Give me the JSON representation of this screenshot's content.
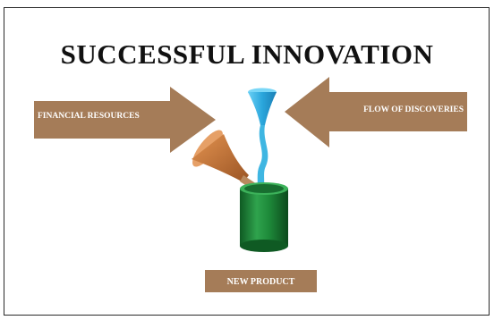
{
  "title": "SUCCESSFUL INNOVATION",
  "left_arrow": {
    "label": "FINANCIAL RESOURCES"
  },
  "right_arrow": {
    "label": "FLOW OF DISCOVERIES"
  },
  "product": {
    "label": "NEW PRODUCT"
  },
  "colors": {
    "arrow": "#a57c58",
    "orange_funnel": "#c8743a",
    "blue_funnel": "#3fb6e2",
    "cylinder": "#1f8a3c",
    "frame": "#2a2a2a"
  }
}
